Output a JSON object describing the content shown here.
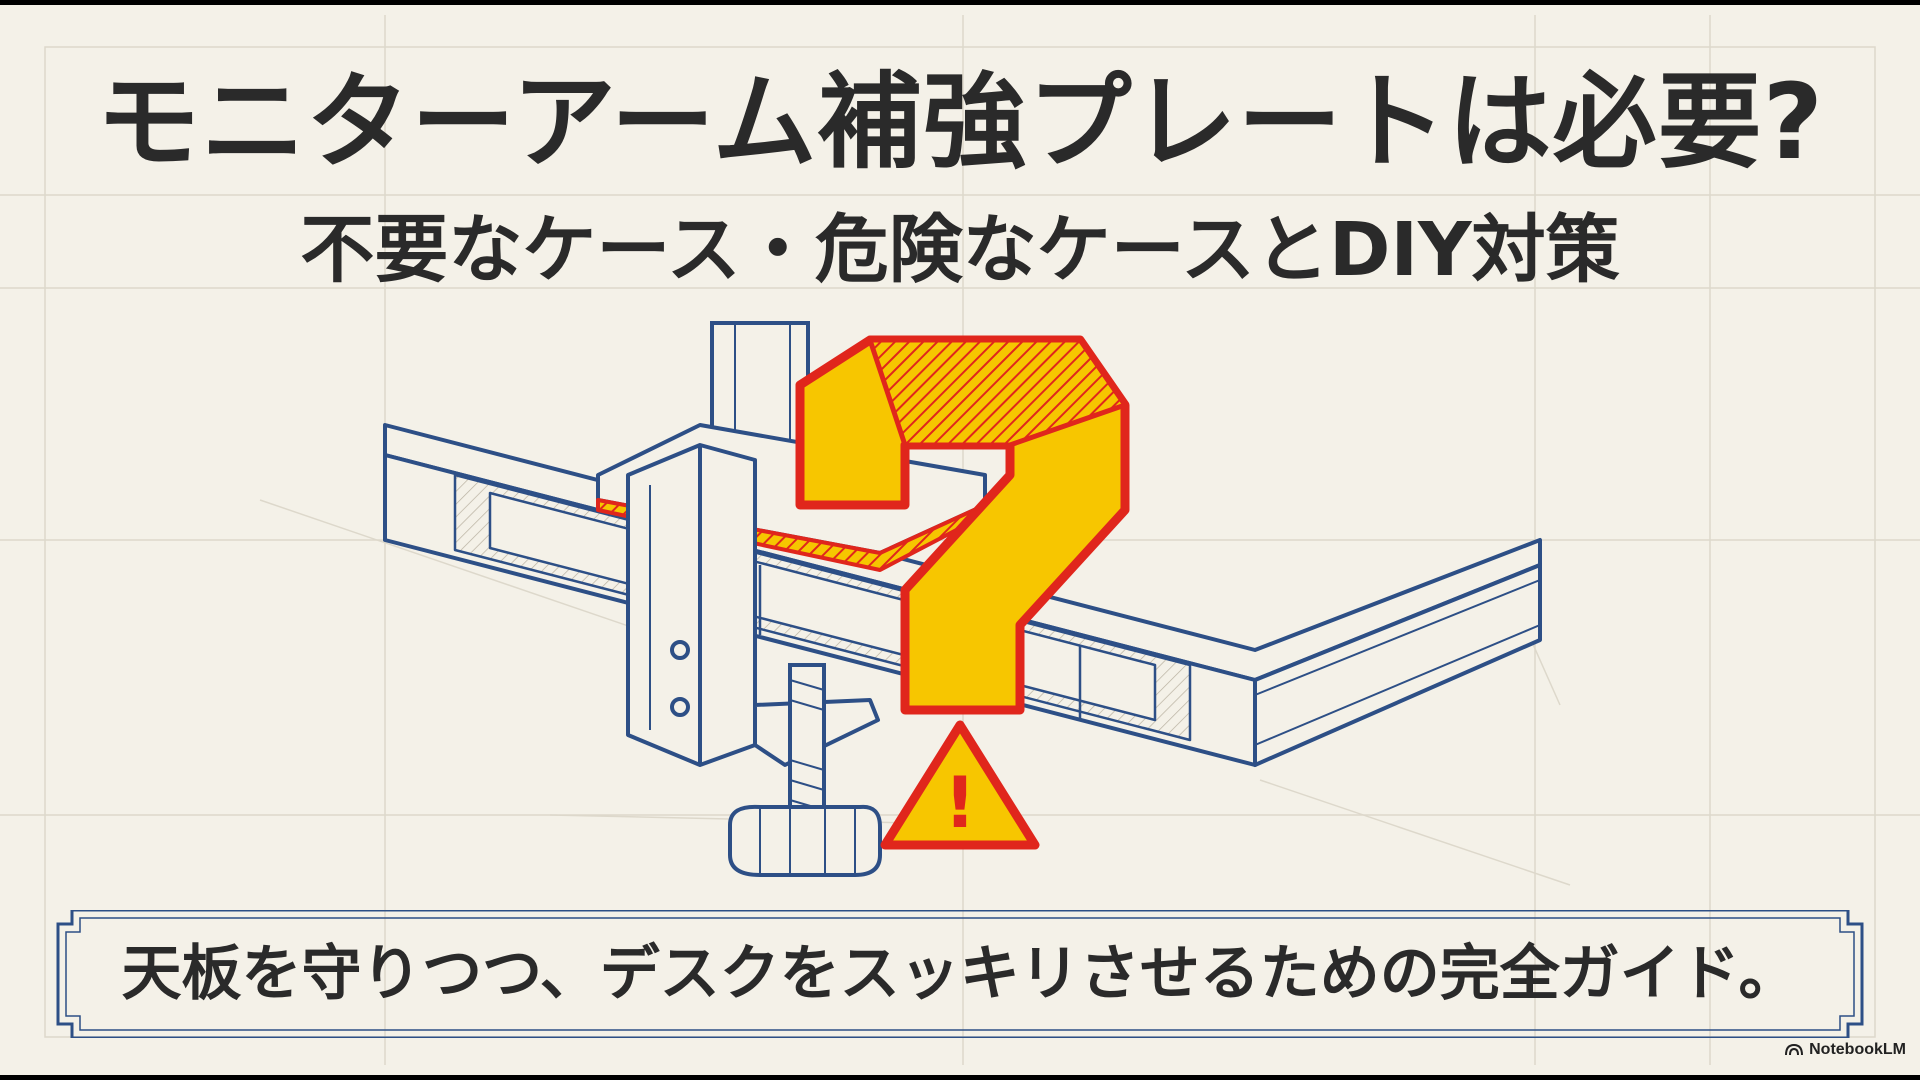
{
  "slide": {
    "title": "モニターアーム補強プレートは必要?",
    "subtitle": "不要なケース・危険なケースとDIY対策",
    "banner_text": "天板を守りつつ、デスクをスッキリさせるための完全ガイド。",
    "brand_label": "NotebookLM"
  },
  "illustration": {
    "icons": [
      "monitor-arm-clamp-illustration",
      "question-mark-icon",
      "warning-triangle-icon",
      "desk-cross-section"
    ],
    "warning_symbol": "!"
  },
  "colors": {
    "background": "#f4f1e8",
    "text": "#2a2a2a",
    "line_blue": "#2d4f86",
    "accent_yellow": "#f7c600",
    "accent_red": "#e0261c"
  }
}
